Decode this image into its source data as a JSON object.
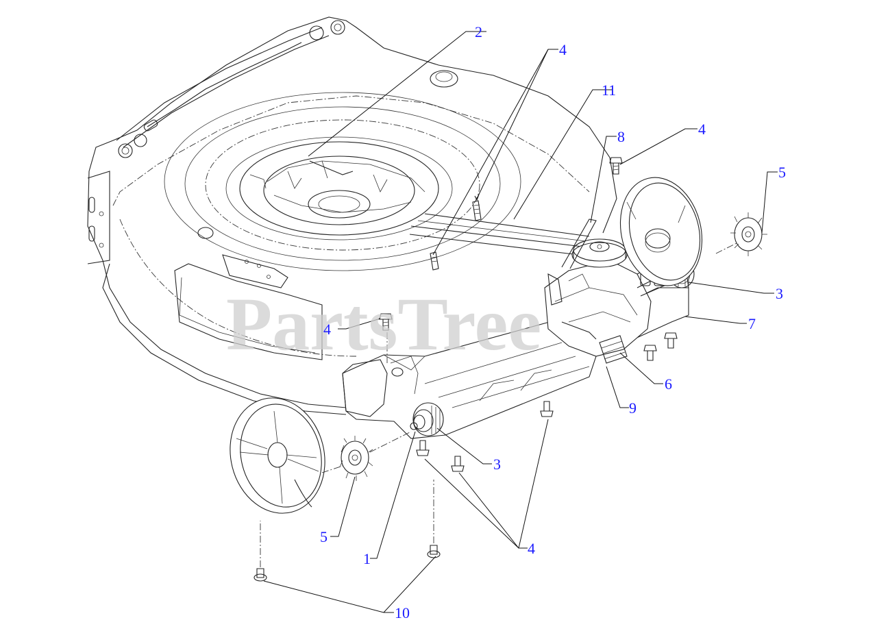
{
  "watermark": "PartsTree",
  "callouts": {
    "c1": "1",
    "c2": "2",
    "c3a": "3",
    "c3b": "3",
    "c4a": "4",
    "c4b": "4",
    "c4c": "4",
    "c4d": "4",
    "c5a": "5",
    "c5b": "5",
    "c6": "6",
    "c7": "7",
    "c8": "8",
    "c9": "9",
    "c10": "10",
    "c11": "11"
  }
}
